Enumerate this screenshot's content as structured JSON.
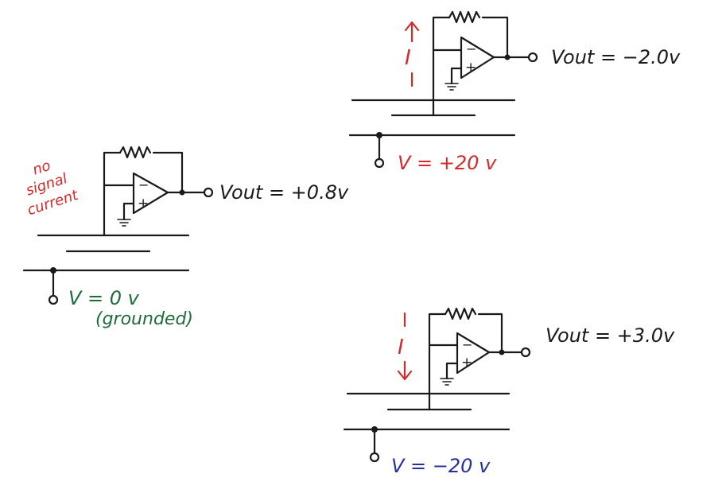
{
  "colors": {
    "ink": "#1a1a1a",
    "red": "#d42a2a",
    "green": "#1f6b3a",
    "blue": "#2a2fa0"
  },
  "left_circuit": {
    "note": [
      "no",
      "signal",
      "current"
    ],
    "vout_label": "Vout = +0.8v",
    "voltage_label": "V = 0 v",
    "voltage_note": "(grounded)"
  },
  "top_circuit": {
    "current_label": "I",
    "current_direction": "up",
    "vout_label": "Vout = −2.0v",
    "voltage_label": "V = +20 v"
  },
  "bottom_circuit": {
    "current_label": "I",
    "current_direction": "down",
    "vout_label": "Vout = +3.0v",
    "voltage_label": "V = −20 v"
  },
  "opamp_symbols": {
    "minus": "−",
    "plus": "+"
  }
}
